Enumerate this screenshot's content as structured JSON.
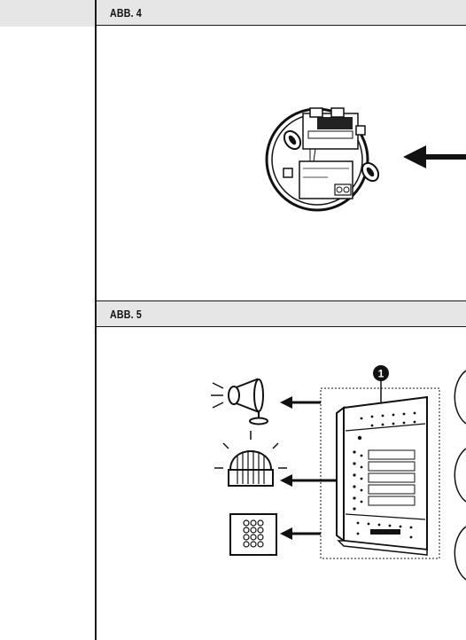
{
  "sections": [
    {
      "label": "ABB. 4"
    },
    {
      "label": "ABB. 5"
    }
  ],
  "callout": {
    "number": "1"
  },
  "icons": {
    "fig4": [
      "smoke-detector-base-icon",
      "arrow-left-icon"
    ],
    "fig5": [
      "siren-icon",
      "flashing-light-icon",
      "keypad-icon",
      "alarm-control-panel-icon",
      "arrow-left-icon"
    ]
  },
  "colors": {
    "header_bg": "#e6e6e6",
    "line": "#1a1a1a",
    "ink": "#111111"
  }
}
